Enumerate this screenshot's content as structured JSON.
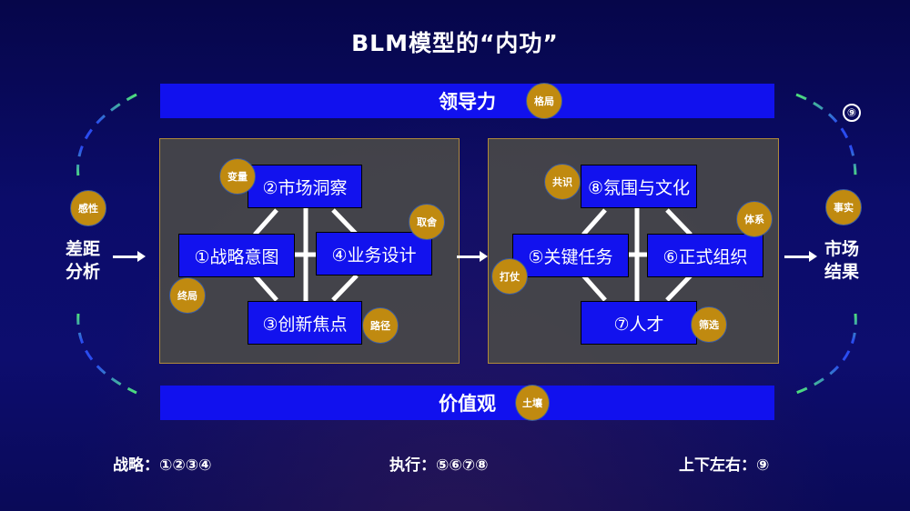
{
  "title": "BLM模型的“内功”",
  "top_bar": {
    "label": "领导力",
    "badge": "格局"
  },
  "bottom_bar": {
    "label": "价值观",
    "badge": "土壤"
  },
  "left_side": {
    "badge": "感性",
    "label_line1": "差距",
    "label_line2": "分析"
  },
  "right_side": {
    "badge": "事实",
    "label_line1": "市场",
    "label_line2": "结果",
    "marker": "⑨"
  },
  "strategy_panel": {
    "nodes": [
      {
        "id": 1,
        "label": "①战略意图",
        "badge": "终局"
      },
      {
        "id": 2,
        "label": "②市场洞察",
        "badge": "变量"
      },
      {
        "id": 3,
        "label": "③创新焦点",
        "badge": "路径"
      },
      {
        "id": 4,
        "label": "④业务设计",
        "badge": "取舍"
      }
    ]
  },
  "execution_panel": {
    "nodes": [
      {
        "id": 5,
        "label": "⑤关键任务",
        "badge": "打仗"
      },
      {
        "id": 6,
        "label": "⑥正式组织",
        "badge": "体系"
      },
      {
        "id": 7,
        "label": "⑦人才",
        "badge": "筛选"
      },
      {
        "id": 8,
        "label": "⑧氛围与文化",
        "badge": "共识"
      }
    ]
  },
  "footer": {
    "strategy": "战略：①②③④",
    "execution": "执行：⑤⑥⑦⑧",
    "environment": "上下左右：⑨"
  },
  "colors": {
    "background": "#0b0c6a",
    "bar_blue": "#1111ee",
    "badge_gold": "#c08a10",
    "panel_gray": "#484848",
    "dash_green": "#4ee07a",
    "dash_blue": "#2a4cf0"
  }
}
